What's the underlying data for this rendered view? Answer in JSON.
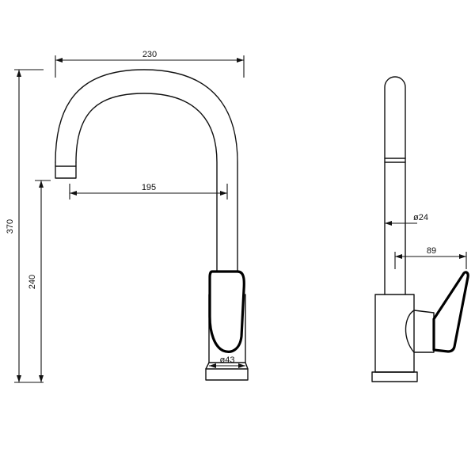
{
  "drawing": {
    "line_color": "#111111",
    "background": "#ffffff",
    "dimensions": {
      "overall_width": "230",
      "spout_reach": "195",
      "overall_height": "370",
      "spout_height": "240",
      "base_diameter": "ø43",
      "spout_diameter": "ø24",
      "handle_depth": "89"
    }
  }
}
